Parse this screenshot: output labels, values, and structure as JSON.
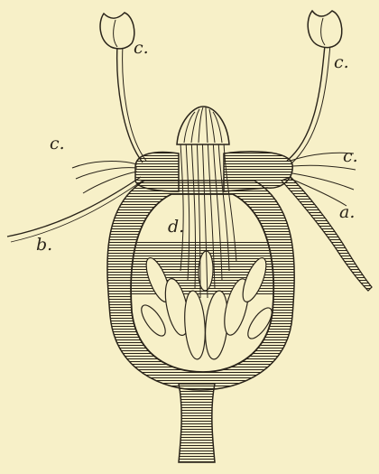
{
  "colors": {
    "paper": "#f7f0c8",
    "ink": "#2a241a"
  },
  "labels": {
    "c_top_left": "c.",
    "c_top_right": "c.",
    "c_mid_left": "c.",
    "c_mid_right": "c.",
    "b": "b.",
    "a": "a.",
    "d": "d."
  }
}
